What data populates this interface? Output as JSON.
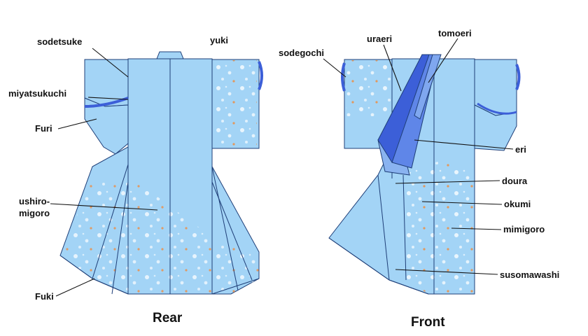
{
  "colors": {
    "fabric": "#a3d4f6",
    "fabric_light": "#b9e0f9",
    "fabric_dark": "#86c3ee",
    "collar_dark": "#3c5fd8",
    "collar_mid": "#5f86e8",
    "collar_light": "#8ab3f0",
    "outline": "#1f3f78",
    "pattern_flower": "#ffffff",
    "pattern_accent": "#f08a3a"
  },
  "views": [
    {
      "id": "rear",
      "caption": "Rear"
    },
    {
      "id": "front",
      "caption": "Front"
    }
  ],
  "labels": {
    "sodetsuke": "sodetsuke",
    "yuki": "yuki",
    "miyatsukuchi": "miyatsukuchi",
    "furi": "Furi",
    "ushiro_line1": "ushiro-",
    "ushiro_line2": "migoro",
    "fuki": "Fuki",
    "sodegochi": "sodegochi",
    "uraeri": "uraeri",
    "tomoeri": "tomoeri",
    "eri": "eri",
    "doura": "doura",
    "okumi": "okumi",
    "mimigoro": "mimigoro",
    "susomawashi": "susomawashi"
  }
}
